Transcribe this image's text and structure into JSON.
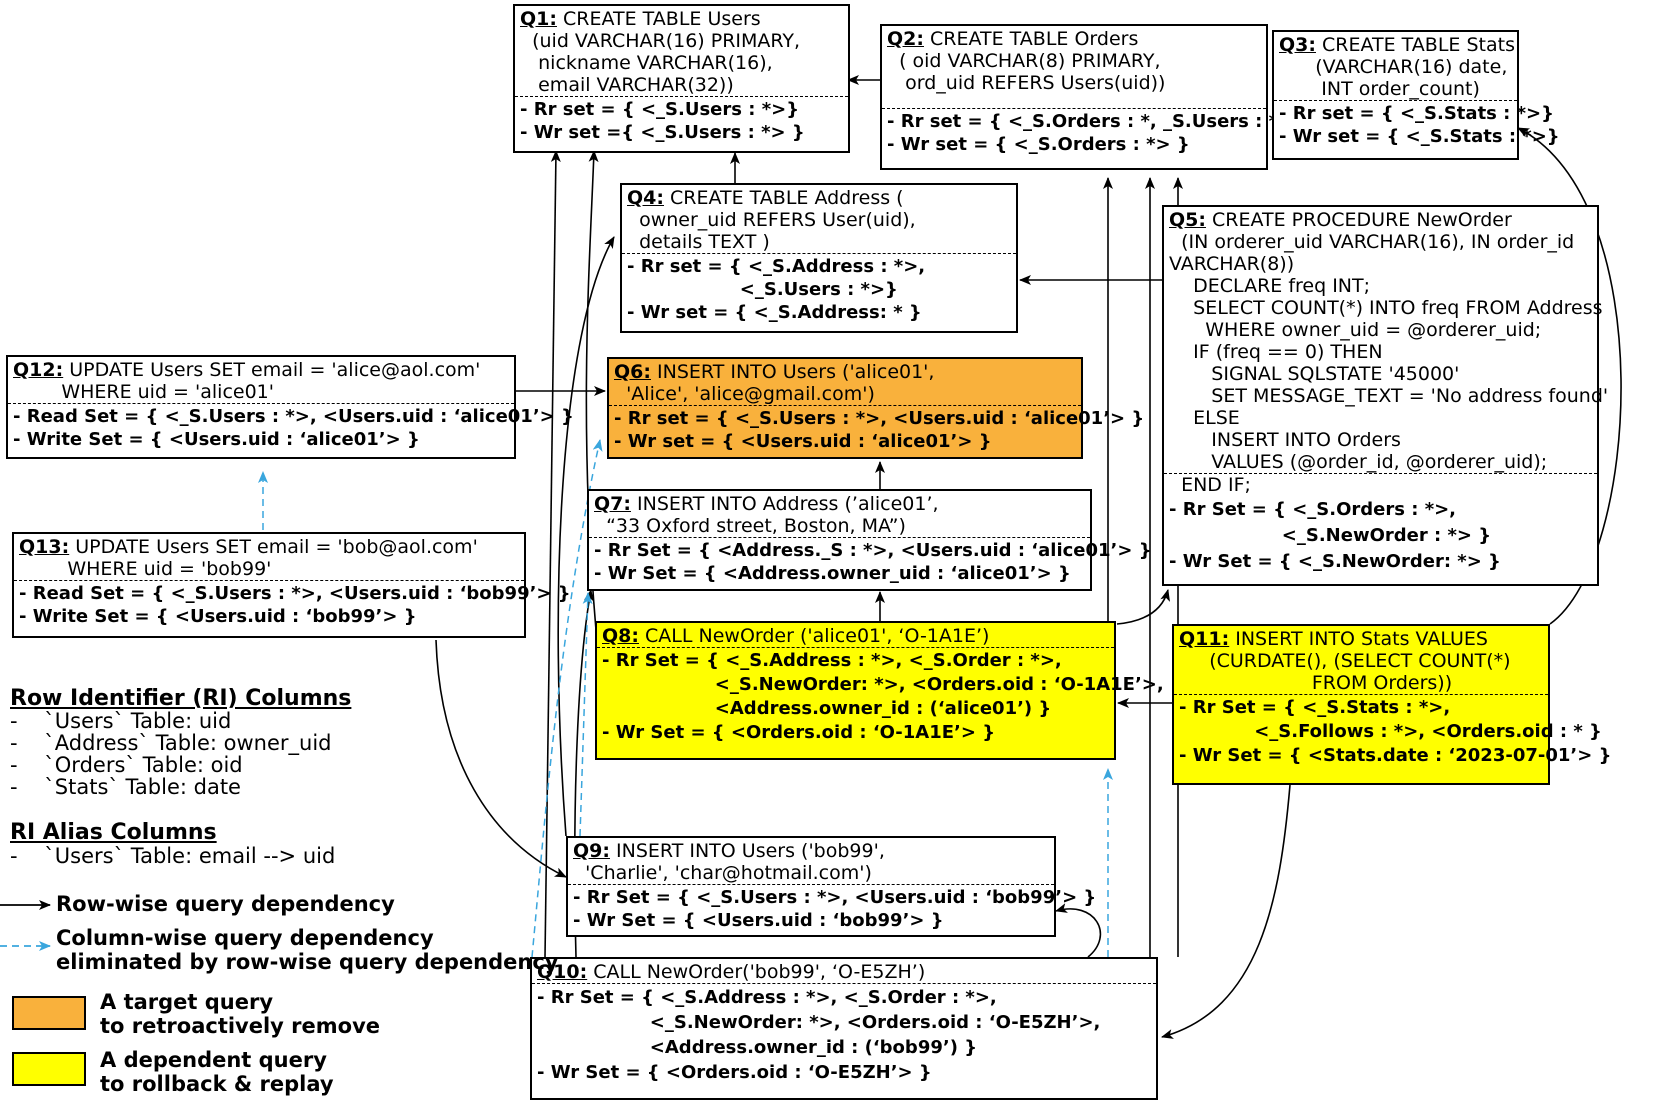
{
  "queries": {
    "q1": {
      "id": "Q1:",
      "head": " CREATE TABLE Users\n  (uid VARCHAR(16) PRIMARY,\n   nickname VARCHAR(16),\n   email VARCHAR(32))",
      "sets": "- Rr set = { <_S.Users : *>}\n- Wr set ={ <_S.Users : *> }"
    },
    "q2": {
      "id": "Q2:",
      "head": " CREATE TABLE Orders\n  ( oid VARCHAR(8) PRIMARY,\n   ord_uid REFERS Users(uid))",
      "sets": "- Rr set = { <_S.Orders : *, _S.Users : *> }\n- Wr set = { <_S.Orders : *> }"
    },
    "q3": {
      "id": "Q3:",
      "head": " CREATE TABLE Stats\n      (VARCHAR(16) date,\n       INT order_count)",
      "sets": "- Rr set = { <_S.Stats : *>}\n- Wr set = { <_S.Stats : *>}"
    },
    "q4": {
      "id": "Q4:",
      "head": " CREATE TABLE Address (\n  owner_uid REFERS User(uid),\n  details TEXT )",
      "sets": "- Rr set = { <_S.Address : *>,\n                  <_S.Users : *>}\n- Wr set = { <_S.Address: * }"
    },
    "q5": {
      "id": "Q5:",
      "head": " CREATE PROCEDURE NewOrder\n  (IN orderer_uid VARCHAR(16), IN order_id\nVARCHAR(8))\n    DECLARE freq INT;\n    SELECT COUNT(*) INTO freq FROM Address\n      WHERE owner_uid = @orderer_uid;\n    IF (freq == 0) THEN\n       SIGNAL SQLSTATE '45000'\n       SET MESSAGE_TEXT = 'No address found'\n    ELSE\n       INSERT INTO Orders\n       VALUES (@order_id, @orderer_uid);",
      "tail": "  END IF;",
      "sets": "- Rr Set = { <_S.Orders : *>,\n                  <_S.NewOrder : *> }\n- Wr Set = { <_S.NewOrder: *> }"
    },
    "q6": {
      "id": "Q6:",
      "head": " INSERT INTO Users ('alice01',\n  'Alice', 'alice@gmail.com')",
      "sets": "- Rr set = { <_S.Users : *>, <Users.uid : ‘alice01’> }\n- Wr set = { <Users.uid : ‘alice01’> }"
    },
    "q7": {
      "id": "Q7:",
      "head": " INSERT INTO Address (’alice01’,\n  “33 Oxford street, Boston, MA”)",
      "sets": "- Rr Set = { <Address._S : *>, <Users.uid : ‘alice01’> }\n- Wr Set = { <Address.owner_uid : ‘alice01’> }"
    },
    "q8": {
      "id": "Q8:",
      "head": " CALL NewOrder ('alice01', ‘O-1A1E’)",
      "sets": "- Rr Set = { <_S.Address : *>, <_S.Order : *>,\n                  <_S.NewOrder: *>, <Orders.oid : ‘O-1A1E’>,\n                  <Address.owner_id : (‘alice01’) }\n- Wr Set = { <Orders.oid : ‘O-1A1E’> }"
    },
    "q9": {
      "id": "Q9:",
      "head": " INSERT INTO Users ('bob99',\n  'Charlie', 'char@hotmail.com')",
      "sets": "- Rr Set = { <_S.Users : *>, <Users.uid : ‘bob99’> }\n- Wr Set = { <Users.uid : ‘bob99’> }"
    },
    "q10": {
      "id": "Q10:",
      "head": " CALL NewOrder('bob99', ‘O-E5ZH’)",
      "sets": "- Rr Set = { <_S.Address : *>, <_S.Order : *>,\n                  <_S.NewOrder: *>, <Orders.oid : ‘O-E5ZH’>,\n                  <Address.owner_id : (‘bob99’) }\n- Wr Set = { <Orders.oid : ‘O-E5ZH’> }"
    },
    "q11": {
      "id": "Q11:",
      "head": " INSERT INTO Stats VALUES\n     (CURDATE(), (SELECT COUNT(*)\n                      FROM Orders))",
      "sets": "- Rr Set = { <_S.Stats : *>,\n            <_S.Follows : *>, <Orders.oid : * }\n- Wr Set = { <Stats.date : ‘2023-07-01’> }"
    },
    "q12": {
      "id": "Q12:",
      "head": " UPDATE Users SET email = 'alice@aol.com'\n        WHERE uid = 'alice01'",
      "sets": "- Read Set = { <_S.Users : *>, <Users.uid : ‘alice01’> }\n- Write Set = { <Users.uid : ‘alice01’> }"
    },
    "q13": {
      "id": "Q13:",
      "head": " UPDATE Users SET email = 'bob@aol.com'\n        WHERE uid = 'bob99'",
      "sets": "- Read Set = { <_S.Users : *>, <Users.uid : ‘bob99’> }\n- Write Set = { <Users.uid : ‘bob99’> }"
    }
  },
  "legend": {
    "ri_title": "Row Identifier (RI) Columns",
    "ri_items": [
      "-    `Users` Table: uid",
      "-    `Address` Table: owner_uid",
      "-    `Orders` Table: oid",
      "-    `Stats` Table: date"
    ],
    "alias_title": "RI Alias Columns",
    "alias_items": [
      "-    `Users` Table: email --> uid"
    ],
    "row_dep": "Row-wise query dependency",
    "col_dep": "Column-wise query dependency\neliminated by row-wise query dependency",
    "target": "A target query\nto retroactively remove",
    "dependent": "A dependent query\nto rollback & replay"
  },
  "colors": {
    "target": "#f9b13c",
    "dependent": "#ffff00",
    "column_dep": "#3aa6dd",
    "row_dep": "#000000"
  }
}
